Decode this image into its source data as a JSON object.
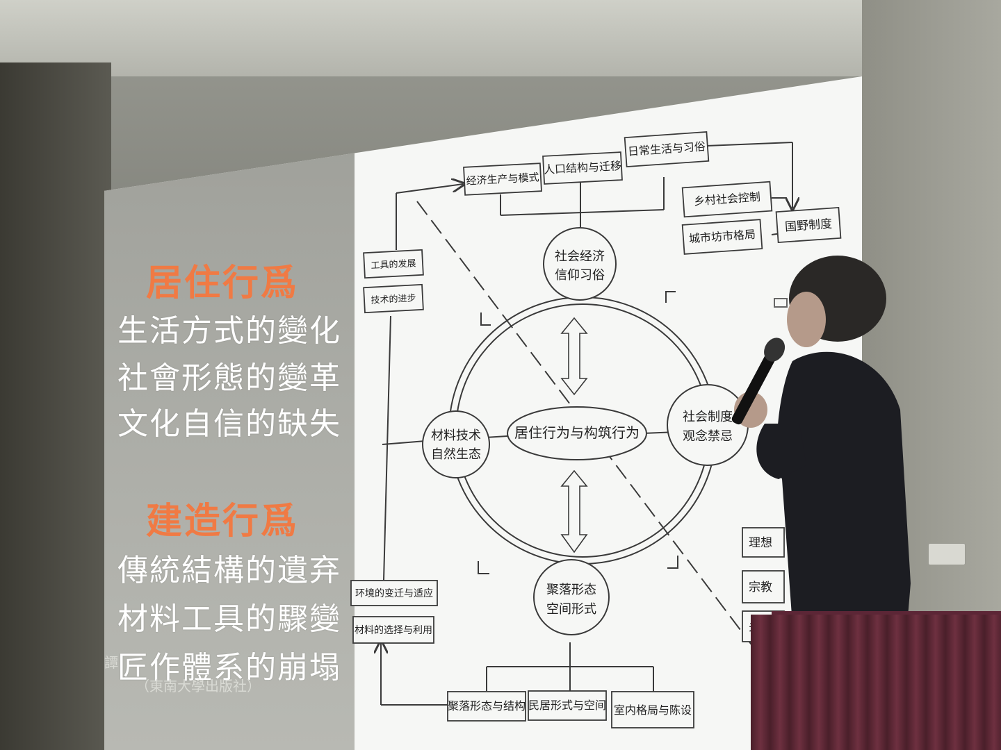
{
  "slide": {
    "section1_title": "居住行爲",
    "section1_lines": [
      "生活方式的變化",
      "社會形態的變革",
      "文化自信的缺失"
    ],
    "section2_title": "建造行爲",
    "section2_lines": [
      "傳統結構的遺弃",
      "材料工具的驟變",
      "匠作體系的崩塌"
    ],
    "citation_author": "譚",
    "citation_publisher": "（東南大學出版社）"
  },
  "diagram": {
    "center": "居住行为与构筑行为",
    "node_top": [
      "社会经济",
      "信仰习俗"
    ],
    "node_left": [
      "材料技术",
      "自然生态"
    ],
    "node_right": [
      "社会制度",
      "观念禁忌"
    ],
    "node_bottom": [
      "聚落形态",
      "空间形式"
    ],
    "top_boxes": [
      "经济生产与模式",
      "人口结构与迁移",
      "日常生活与习俗"
    ],
    "right_boxes_top": [
      "乡村社会控制",
      "城市坊市格局",
      "国野制度"
    ],
    "left_boxes_top": [
      "工具的发展",
      "技术的进步"
    ],
    "left_boxes_bottom": [
      "环境的变迁与适应",
      "材料的选择与利用"
    ],
    "bottom_boxes": [
      "聚落形态与结构",
      "民居形式与空间",
      "室内格局与陈设"
    ],
    "right_boxes_bottom": [
      "理想",
      "宗教",
      "关键"
    ]
  },
  "colors": {
    "orange_title": "#f07a44",
    "slide_white": "#f6f7f5",
    "line_color": "#3a3a3a"
  }
}
